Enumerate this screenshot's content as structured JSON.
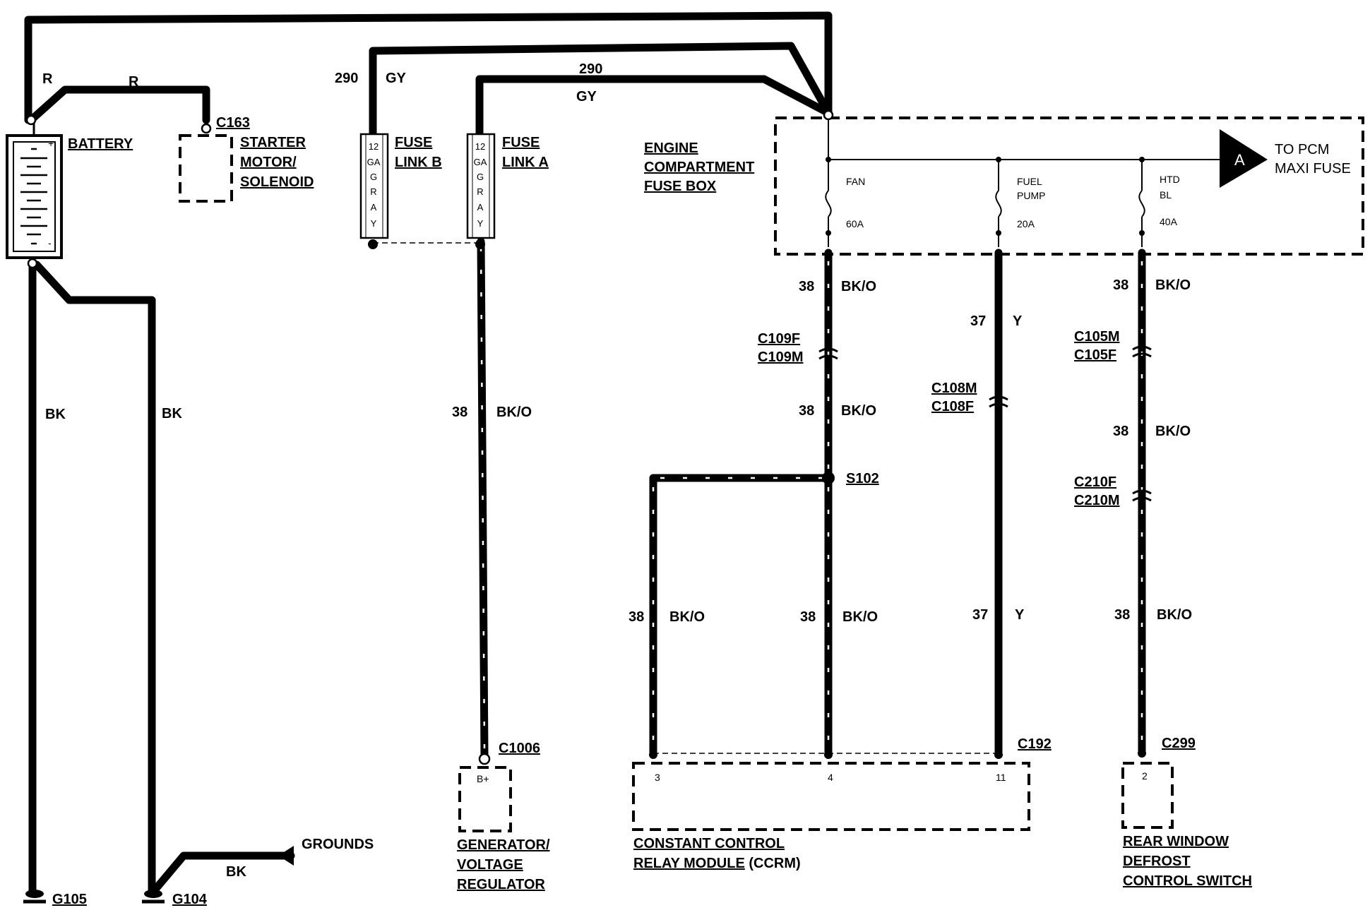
{
  "wire_labels": {
    "r_top": "R",
    "r_mid": "R",
    "bk_left": "BK",
    "bk_mid": "BK",
    "bk_ground": "BK",
    "w290_left_num": "290",
    "w290_left_color": "GY",
    "w290_top_num": "290",
    "w290_top_color": "GY",
    "w38_gen_num": "38",
    "w38_gen_color": "BK/O",
    "w38_fan_a_num": "38",
    "w38_fan_a_color": "BK/O",
    "w38_fan_b_num": "38",
    "w38_fan_b_color": "BK/O",
    "w38_fan_c_num": "38",
    "w38_fan_c_color": "BK/O",
    "w38_branch_num": "38",
    "w38_branch_color": "BK/O",
    "w37_a_num": "37",
    "w37_a_color": "Y",
    "w37_b_num": "37",
    "w37_b_color": "Y",
    "w38_htd_a_num": "38",
    "w38_htd_a_color": "BK/O",
    "w38_htd_b_num": "38",
    "w38_htd_b_color": "BK/O",
    "w38_htd_c_num": "38",
    "w38_htd_c_color": "BK/O"
  },
  "components": {
    "battery": "BATTERY",
    "battery_plus": "+",
    "battery_minus": "-",
    "starter_line1": "STARTER",
    "starter_line2": "MOTOR/",
    "starter_line3": "SOLENOID",
    "fuse_link_b_line1": "FUSE",
    "fuse_link_b_line2": "LINK B",
    "fuse_link_a_line1": "FUSE",
    "fuse_link_a_line2": "LINK A",
    "fuse_link_gauge": [
      "12",
      "GA",
      "G",
      "R",
      "A",
      "Y"
    ],
    "fuse_box_line1": "ENGINE",
    "fuse_box_line2": "COMPARTMENT",
    "fuse_box_line3": "FUSE BOX",
    "generator_line1": "GENERATOR/",
    "generator_line2": "VOLTAGE",
    "generator_line3": "REGULATOR",
    "generator_pin": "B+",
    "ccrm_line1": "CONSTANT CONTROL",
    "ccrm_line2a": "RELAY MODULE",
    "ccrm_line2b": " (CCRM)",
    "defrost_line1": "REAR WINDOW",
    "defrost_line2": "DEFROST",
    "defrost_line3": "CONTROL SWITCH",
    "grounds": "GROUNDS",
    "pcm_marker": "A",
    "pcm_line1": "TO PCM",
    "pcm_line2": "MAXI FUSE"
  },
  "fuses": [
    {
      "name_line1": "FAN",
      "name_line2": "",
      "rating": "60A"
    },
    {
      "name_line1": "FUEL",
      "name_line2": "PUMP",
      "rating": "20A"
    },
    {
      "name_line1": "HTD",
      "name_line2": "BL",
      "rating": "40A"
    }
  ],
  "connectors": {
    "c163": "C163",
    "c109f": "C109F",
    "c109m": "C109M",
    "c108m": "C108M",
    "c108f": "C108F",
    "c105m": "C105M",
    "c105f": "C105F",
    "c210f": "C210F",
    "c210m": "C210M",
    "s102": "S102",
    "c1006": "C1006",
    "c192": "C192",
    "c299": "C299",
    "g105": "G105",
    "g104": "G104"
  },
  "pins": {
    "ccrm_3": "3",
    "ccrm_4": "4",
    "ccrm_11": "11",
    "defrost_2": "2"
  }
}
